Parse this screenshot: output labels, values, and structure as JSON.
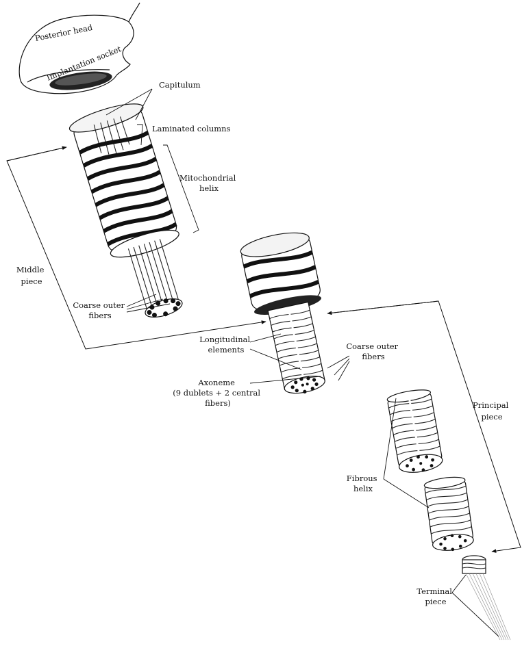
{
  "labels": {
    "posterior_head": "Posterior head",
    "implantation_socket": "Implantation socket",
    "capitulum": "Capitulum",
    "laminated_columns": "Laminated columns",
    "mitochondrial_helix": [
      "Mitochondrial",
      "helix"
    ],
    "middle_piece": [
      "Middle",
      "piece"
    ],
    "coarse_outer_fibers_1": [
      "Coarse outer",
      "fibers"
    ],
    "longitudinal_elements": [
      "Longitudinal",
      "elements"
    ],
    "coarse_outer_fibers_2": [
      "Coarse outer",
      "fibers"
    ],
    "axoneme": [
      "Axoneme",
      "(9 dublets + 2 central",
      "fibers)"
    ],
    "principal_piece": [
      "Principal",
      "piece"
    ],
    "fibrous_helix": [
      "Fibrous",
      "helix"
    ],
    "terminal_piece": [
      "Terminal",
      "piece"
    ]
  },
  "colors": {
    "ink": "#111111",
    "background": "#ffffff"
  }
}
